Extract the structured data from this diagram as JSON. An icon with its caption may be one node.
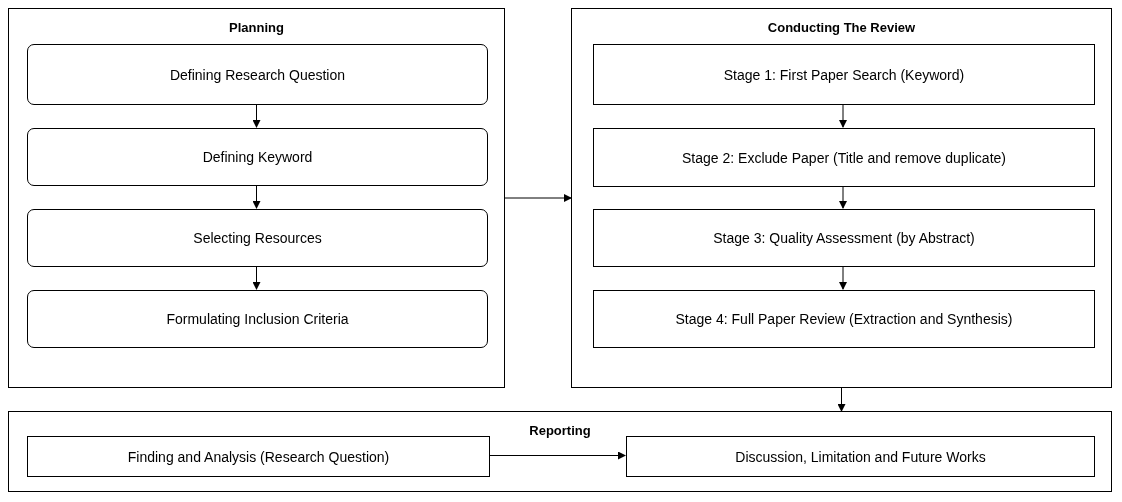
{
  "diagram": {
    "nodes": [
      {
        "text": [
          "Planning"
        ]
      },
      {
        "text": [
          "Defining Research Question"
        ],
        "in": 0
      },
      {
        "text": [
          "Defining Keyword"
        ],
        "in": 0
      },
      {
        "text": [
          "Selecting Resources"
        ],
        "in": 0
      },
      {
        "text": [
          "Formulating Inclusion Criteria"
        ],
        "in": 0
      },
      {
        "text": [
          "Conducting The Review"
        ]
      },
      {
        "text": [
          "Stage 1: First Paper Search (Keyword)"
        ],
        "in": 5
      },
      {
        "text": [
          "Stage 2: Exclude Paper (Title and remove duplicate)"
        ],
        "in": 5
      },
      {
        "text": [
          "Stage 3: Quality Assessment (by Abstract)"
        ],
        "in": 5
      },
      {
        "text": [
          "Stage 4: Full Paper Review (Extraction and Synthesis)"
        ],
        "in": 5
      },
      {
        "text": [
          "Reporting"
        ]
      },
      {
        "text": [
          "Finding and Analysis (Research Question)"
        ],
        "in": 10
      },
      {
        "text": [
          "Discussion, Limitation and Future Works"
        ],
        "in": 10
      }
    ],
    "edges": [
      {
        "from": 1,
        "to": 2,
        "arrow": "to"
      },
      {
        "from": 2,
        "to": 3,
        "arrow": "to"
      },
      {
        "from": 3,
        "to": 4,
        "arrow": "to"
      },
      {
        "from": 0,
        "to": 5,
        "arrow": "to"
      },
      {
        "from": 6,
        "to": 7,
        "arrow": "to"
      },
      {
        "from": 7,
        "to": 8,
        "arrow": "to"
      },
      {
        "from": 8,
        "to": 9,
        "arrow": "to"
      },
      {
        "from": 5,
        "to": 10,
        "arrow": "to"
      },
      {
        "from": 11,
        "to": 12,
        "arrow": "to"
      }
    ]
  }
}
